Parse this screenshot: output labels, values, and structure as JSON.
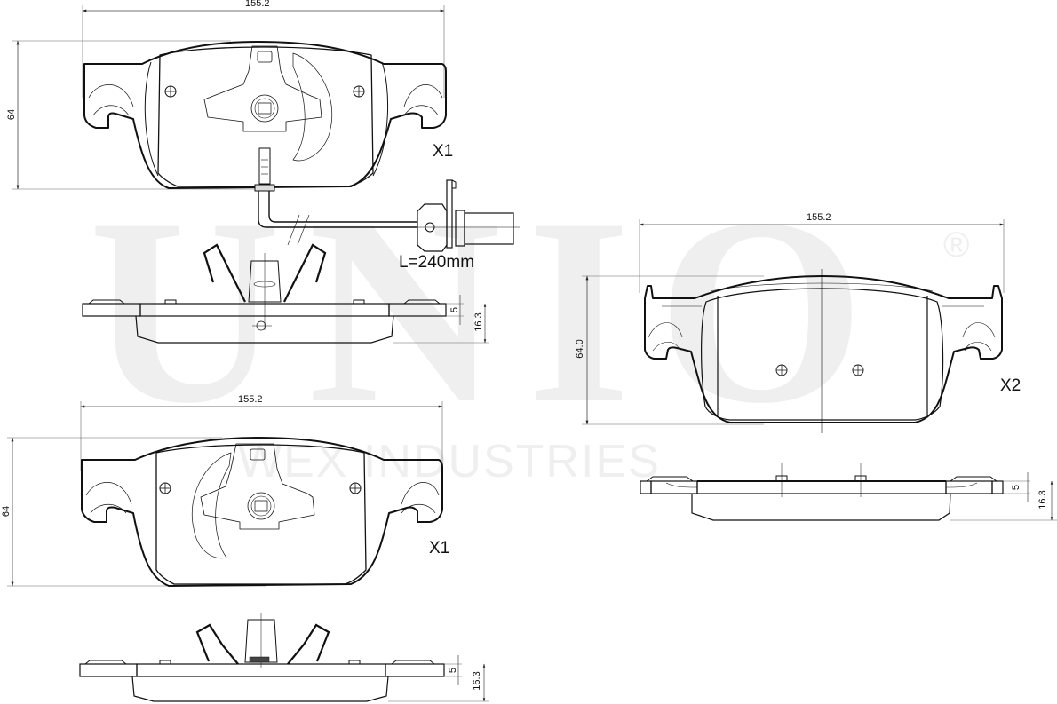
{
  "watermark": {
    "brand": "UNIO",
    "registered_mark": "®",
    "tagline": "WEX INDUSTRIES",
    "color": "#efefef"
  },
  "drawings": [
    {
      "id": "pad-1-top",
      "view": "front",
      "width_dim": "155.2",
      "height_dim": "64",
      "quantity": "X1",
      "has_wear_sensor": true,
      "sensor_cable_length": "L=240mm"
    },
    {
      "id": "pad-1-side",
      "view": "side",
      "backplate_thickness_dim": "5",
      "total_thickness_dim": "16.3"
    },
    {
      "id": "pad-2",
      "view": "front",
      "width_dim": "155.2",
      "height_dim": "64",
      "quantity": "X1"
    },
    {
      "id": "pad-2-side",
      "view": "side",
      "backplate_thickness_dim": "5",
      "total_thickness_dim": "16.3"
    },
    {
      "id": "pad-3",
      "view": "front",
      "width_dim": "155.2",
      "height_dim": "64.0",
      "quantity": "X2"
    },
    {
      "id": "pad-3-side",
      "view": "side",
      "backplate_thickness_dim": "5",
      "total_thickness_dim": "16.3"
    }
  ],
  "line_color": "#111111"
}
